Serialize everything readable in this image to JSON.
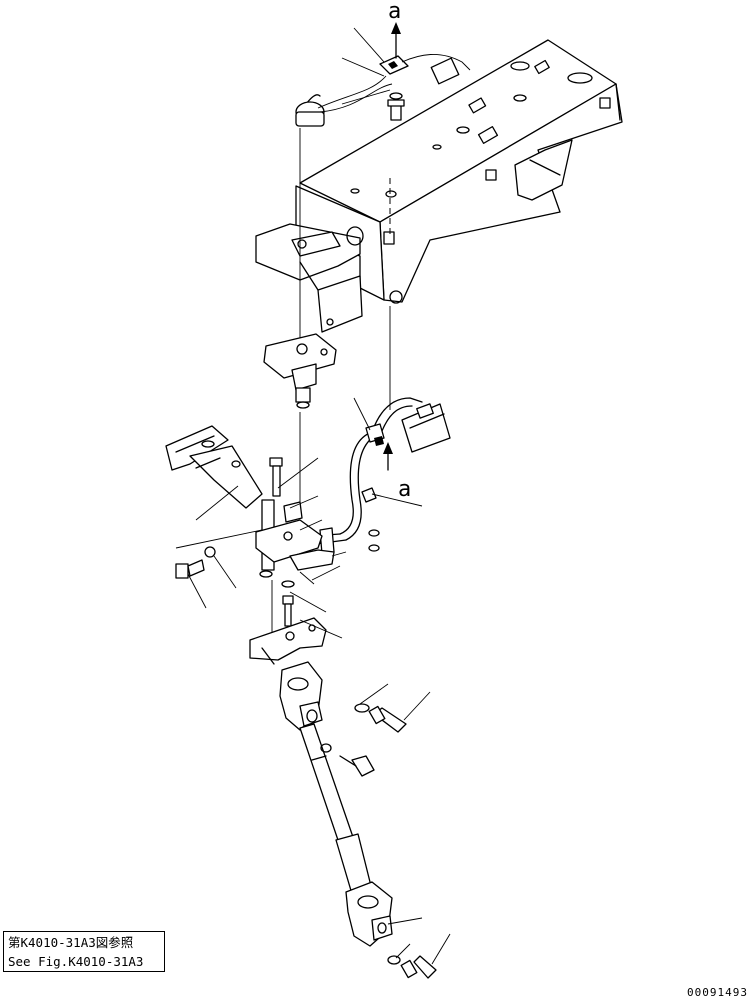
{
  "diagram": {
    "callout_letter_top": "a",
    "callout_letter_middle": "a",
    "reference_box": {
      "line_japanese": "第K4010-31A3図参照",
      "line_english": "See Fig.K4010-31A3"
    },
    "figure_number": "00091493"
  }
}
